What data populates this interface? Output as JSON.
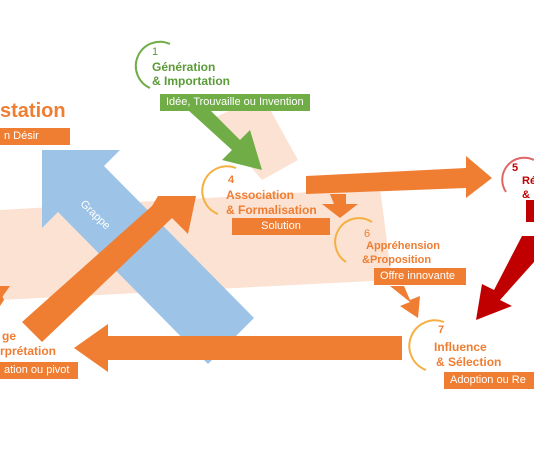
{
  "colors": {
    "orange": "#ef7d32",
    "orange_fill": "#ed7d31",
    "green": "#70ad47",
    "green_dark": "#5b9b37",
    "blue": "#9dc3e6",
    "red": "#c00000",
    "peach": "#fbe2d2"
  },
  "steps": [
    {
      "number": "1",
      "title_line1": "Génération",
      "title_line2": "& Importation",
      "tag": "Idée, Trouvaille ou Invention",
      "color": "green"
    },
    {
      "number": "4",
      "title_line1": "Association",
      "title_line2": "& Formalisation",
      "tag": "Solution",
      "color": "orange"
    },
    {
      "number": "5",
      "title_line1": "Ré",
      "title_line2": "&",
      "tag": "",
      "color": "red"
    },
    {
      "number": "6",
      "title_line1": "Appréhension",
      "title_line2": "&Proposition",
      "tag": "Offre innovante",
      "color": "orange"
    },
    {
      "number": "7",
      "title_line1": "Influence",
      "title_line2": "& Sélection",
      "tag": "Adoption ou Re",
      "color": "orange"
    }
  ],
  "left_partial": {
    "title_top": "station",
    "tag_top": "n Désir",
    "title_bottom_line1": "ge",
    "title_bottom_line2": "rprétation",
    "tag_bottom": "ation ou pivot"
  },
  "arrow_labels": {
    "grappe": "Grappe"
  }
}
